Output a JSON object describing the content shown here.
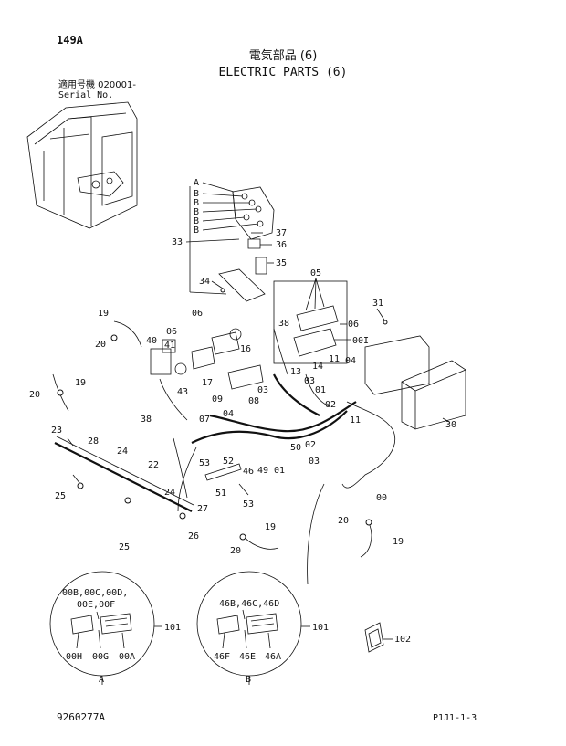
{
  "header": {
    "page_number": "149A",
    "title_jp": "電気部品 (6)",
    "title_en": "ELECTRIC PARTS (6)",
    "serial_label_jp": "適用号機  020001-",
    "serial_label_en": "Serial No."
  },
  "callouts": [
    {
      "id": "c-A",
      "text": "A"
    },
    {
      "id": "c-B1",
      "text": "B"
    },
    {
      "id": "c-B2",
      "text": "B"
    },
    {
      "id": "c-B3",
      "text": "B"
    },
    {
      "id": "c-B4",
      "text": "B"
    },
    {
      "id": "c-B5",
      "text": "B"
    },
    {
      "id": "c-33",
      "text": "33"
    },
    {
      "id": "c-37",
      "text": "37"
    },
    {
      "id": "c-36",
      "text": "36"
    },
    {
      "id": "c-35",
      "text": "35"
    },
    {
      "id": "c-34",
      "text": "34"
    },
    {
      "id": "c-05",
      "text": "05"
    },
    {
      "id": "c-31",
      "text": "31"
    },
    {
      "id": "c-06a",
      "text": "06"
    },
    {
      "id": "c-06b",
      "text": "06"
    },
    {
      "id": "c-06c",
      "text": "06"
    },
    {
      "id": "c-38",
      "text": "38"
    },
    {
      "id": "c-00I",
      "text": "00I"
    },
    {
      "id": "c-19a",
      "text": "19"
    },
    {
      "id": "c-20a",
      "text": "20"
    },
    {
      "id": "c-40",
      "text": "40"
    },
    {
      "id": "c-41",
      "text": "41"
    },
    {
      "id": "c-17",
      "text": "17"
    },
    {
      "id": "c-16",
      "text": "16"
    },
    {
      "id": "c-13",
      "text": "13"
    },
    {
      "id": "c-14",
      "text": "14"
    },
    {
      "id": "c-11a",
      "text": "11"
    },
    {
      "id": "c-04a",
      "text": "04"
    },
    {
      "id": "c-03a",
      "text": "03"
    },
    {
      "id": "c-19b",
      "text": "19"
    },
    {
      "id": "c-20b",
      "text": "20"
    },
    {
      "id": "c-43",
      "text": "43"
    },
    {
      "id": "c-03b",
      "text": "03"
    },
    {
      "id": "c-01a",
      "text": "01"
    },
    {
      "id": "c-02a",
      "text": "02"
    },
    {
      "id": "c-09",
      "text": "09"
    },
    {
      "id": "c-08",
      "text": "08"
    },
    {
      "id": "c-38b",
      "text": "38"
    },
    {
      "id": "c-07",
      "text": "07"
    },
    {
      "id": "c-04b",
      "text": "04"
    },
    {
      "id": "c-11b",
      "text": "11"
    },
    {
      "id": "c-30",
      "text": "30"
    },
    {
      "id": "c-23",
      "text": "23"
    },
    {
      "id": "c-28",
      "text": "28"
    },
    {
      "id": "c-24a",
      "text": "24"
    },
    {
      "id": "c-02b",
      "text": "02"
    },
    {
      "id": "c-50",
      "text": "50"
    },
    {
      "id": "c-03c",
      "text": "03"
    },
    {
      "id": "c-22",
      "text": "22"
    },
    {
      "id": "c-53a",
      "text": "53"
    },
    {
      "id": "c-52",
      "text": "52"
    },
    {
      "id": "c-49",
      "text": "49"
    },
    {
      "id": "c-01b",
      "text": "01"
    },
    {
      "id": "c-46",
      "text": "46"
    },
    {
      "id": "c-25a",
      "text": "25"
    },
    {
      "id": "c-24b",
      "text": "24"
    },
    {
      "id": "c-51",
      "text": "51"
    },
    {
      "id": "c-53b",
      "text": "53"
    },
    {
      "id": "c-00",
      "text": "00"
    },
    {
      "id": "c-27",
      "text": "27"
    },
    {
      "id": "c-25b",
      "text": "25"
    },
    {
      "id": "c-26",
      "text": "26"
    },
    {
      "id": "c-19c",
      "text": "19"
    },
    {
      "id": "c-20c",
      "text": "20"
    },
    {
      "id": "c-20d",
      "text": "20"
    },
    {
      "id": "c-19d",
      "text": "19"
    }
  ],
  "detail_a": {
    "label": "A",
    "callout_text_1": "00B,00C,00D,",
    "callout_text_2": "00E,00F",
    "ref": "101",
    "parts": [
      "00H",
      "00G",
      "00A"
    ]
  },
  "detail_b": {
    "label": "B",
    "callout_text_1": "46B,46C,46D",
    "ref": "101",
    "parts": [
      "46F",
      "46E",
      "46A"
    ]
  },
  "sticker_ref": "102",
  "footer": {
    "drawing_number": "9260277A",
    "page_code": "P1J1-1-3"
  }
}
